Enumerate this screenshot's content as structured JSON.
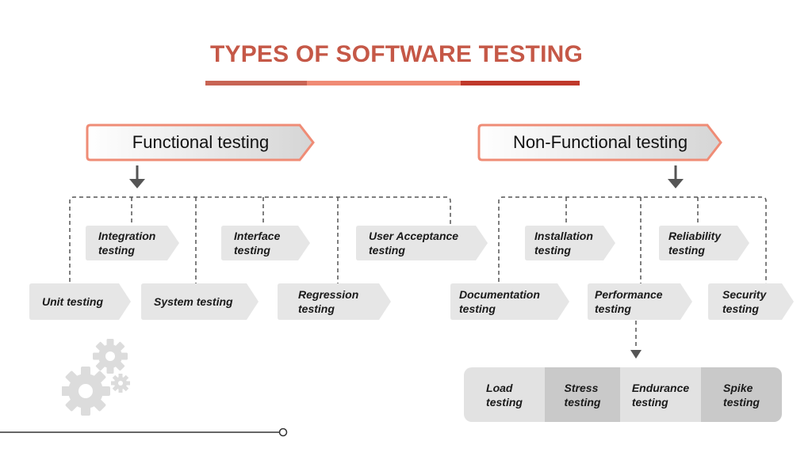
{
  "title": "TYPES OF SOFTWARE TESTING",
  "colors": {
    "title": "#c55847",
    "accent_dark": "#c0392b",
    "accent_mid": "#c86454",
    "accent_light": "#f08a74",
    "border": "#ef8c76",
    "tag_fill": "#e6e6e6",
    "connector": "#555555",
    "panel_light": "#e2e2e2",
    "panel_dark": "#c9c9c9"
  },
  "functional": {
    "header": "Functional testing",
    "items": [
      {
        "id": "unit",
        "label": "Unit testing"
      },
      {
        "id": "integration",
        "label": "Integration\ntesting"
      },
      {
        "id": "system",
        "label": "System testing"
      },
      {
        "id": "interface",
        "label": "Interface\ntesting"
      },
      {
        "id": "regression",
        "label": "Regression\ntesting"
      },
      {
        "id": "uat",
        "label": "User Acceptance\ntesting"
      }
    ]
  },
  "non_functional": {
    "header": "Non-Functional testing",
    "items": [
      {
        "id": "documentation",
        "label": "Documentation\ntesting"
      },
      {
        "id": "installation",
        "label": "Installation\ntesting"
      },
      {
        "id": "performance",
        "label": "Performance\ntesting"
      },
      {
        "id": "reliability",
        "label": "Reliability\ntesting"
      },
      {
        "id": "security",
        "label": "Security\ntesting"
      }
    ],
    "performance_subtypes": [
      "Load\ntesting",
      "Stress\ntesting",
      "Endurance\ntesting",
      "Spike\ntesting"
    ]
  },
  "icons": [
    "gears-icon",
    "arrow-down-icon"
  ]
}
